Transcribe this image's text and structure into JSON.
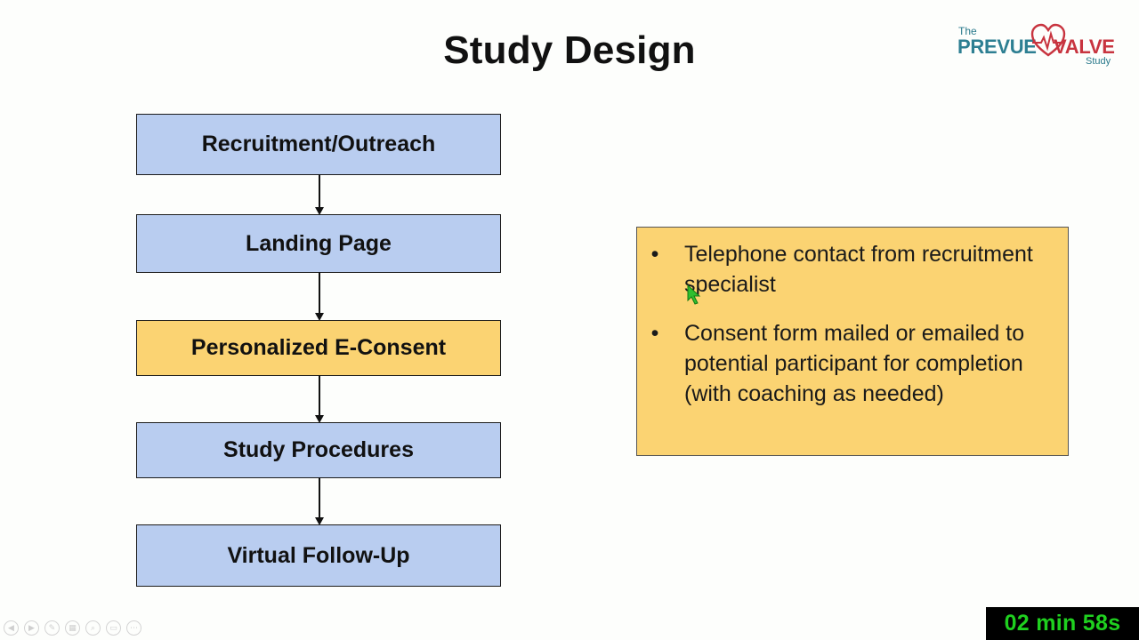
{
  "slide": {
    "title": "Study Design"
  },
  "logo": {
    "the": "The",
    "word1": "PREVUE",
    "word2": "VALVE",
    "study": "Study",
    "teal": "#2d7f92",
    "red": "#c8343f"
  },
  "flow": {
    "steps": [
      {
        "label": "Recruitment/Outreach",
        "highlight": false
      },
      {
        "label": "Landing Page",
        "highlight": false
      },
      {
        "label": "Personalized E-Consent",
        "highlight": true
      },
      {
        "label": "Study Procedures",
        "highlight": false
      },
      {
        "label": "Virtual Follow-Up",
        "highlight": false
      }
    ],
    "box_color": "#b9cdf0",
    "highlight_color": "#fbd372"
  },
  "notes": {
    "bullet": "•",
    "items": [
      "Telephone contact from recruitment specialist",
      "Consent form mailed or emailed to potential participant for completion (with coaching as needed)"
    ]
  },
  "toolbar": {
    "buttons": [
      "prev-icon",
      "next-icon",
      "pen-icon",
      "slides-icon",
      "zoom-icon",
      "subtitles-icon",
      "more-icon"
    ]
  },
  "timer": {
    "text": "02 min 58s",
    "color": "#1fd01f"
  },
  "cursor": {
    "icon": "arrow-cursor-icon",
    "color": "#2fbf2f"
  }
}
